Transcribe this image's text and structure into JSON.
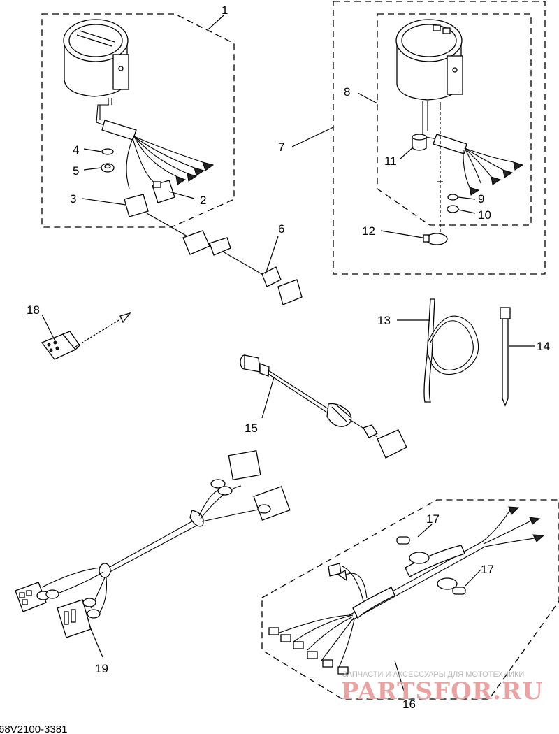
{
  "diagram": {
    "callouts": [
      "1",
      "2",
      "3",
      "4",
      "5",
      "6",
      "7",
      "8",
      "9",
      "10",
      "11",
      "12",
      "13",
      "14",
      "15",
      "16",
      "17",
      "17",
      "18",
      "19"
    ],
    "drawing_code": "68V2100-3381"
  },
  "watermark": {
    "tagline": "ЗАПЧАСТИ И АКСЕССУАРЫ ДЛЯ МОТОТЕХНИКИ",
    "logo": "PARTSFOR.RU"
  }
}
